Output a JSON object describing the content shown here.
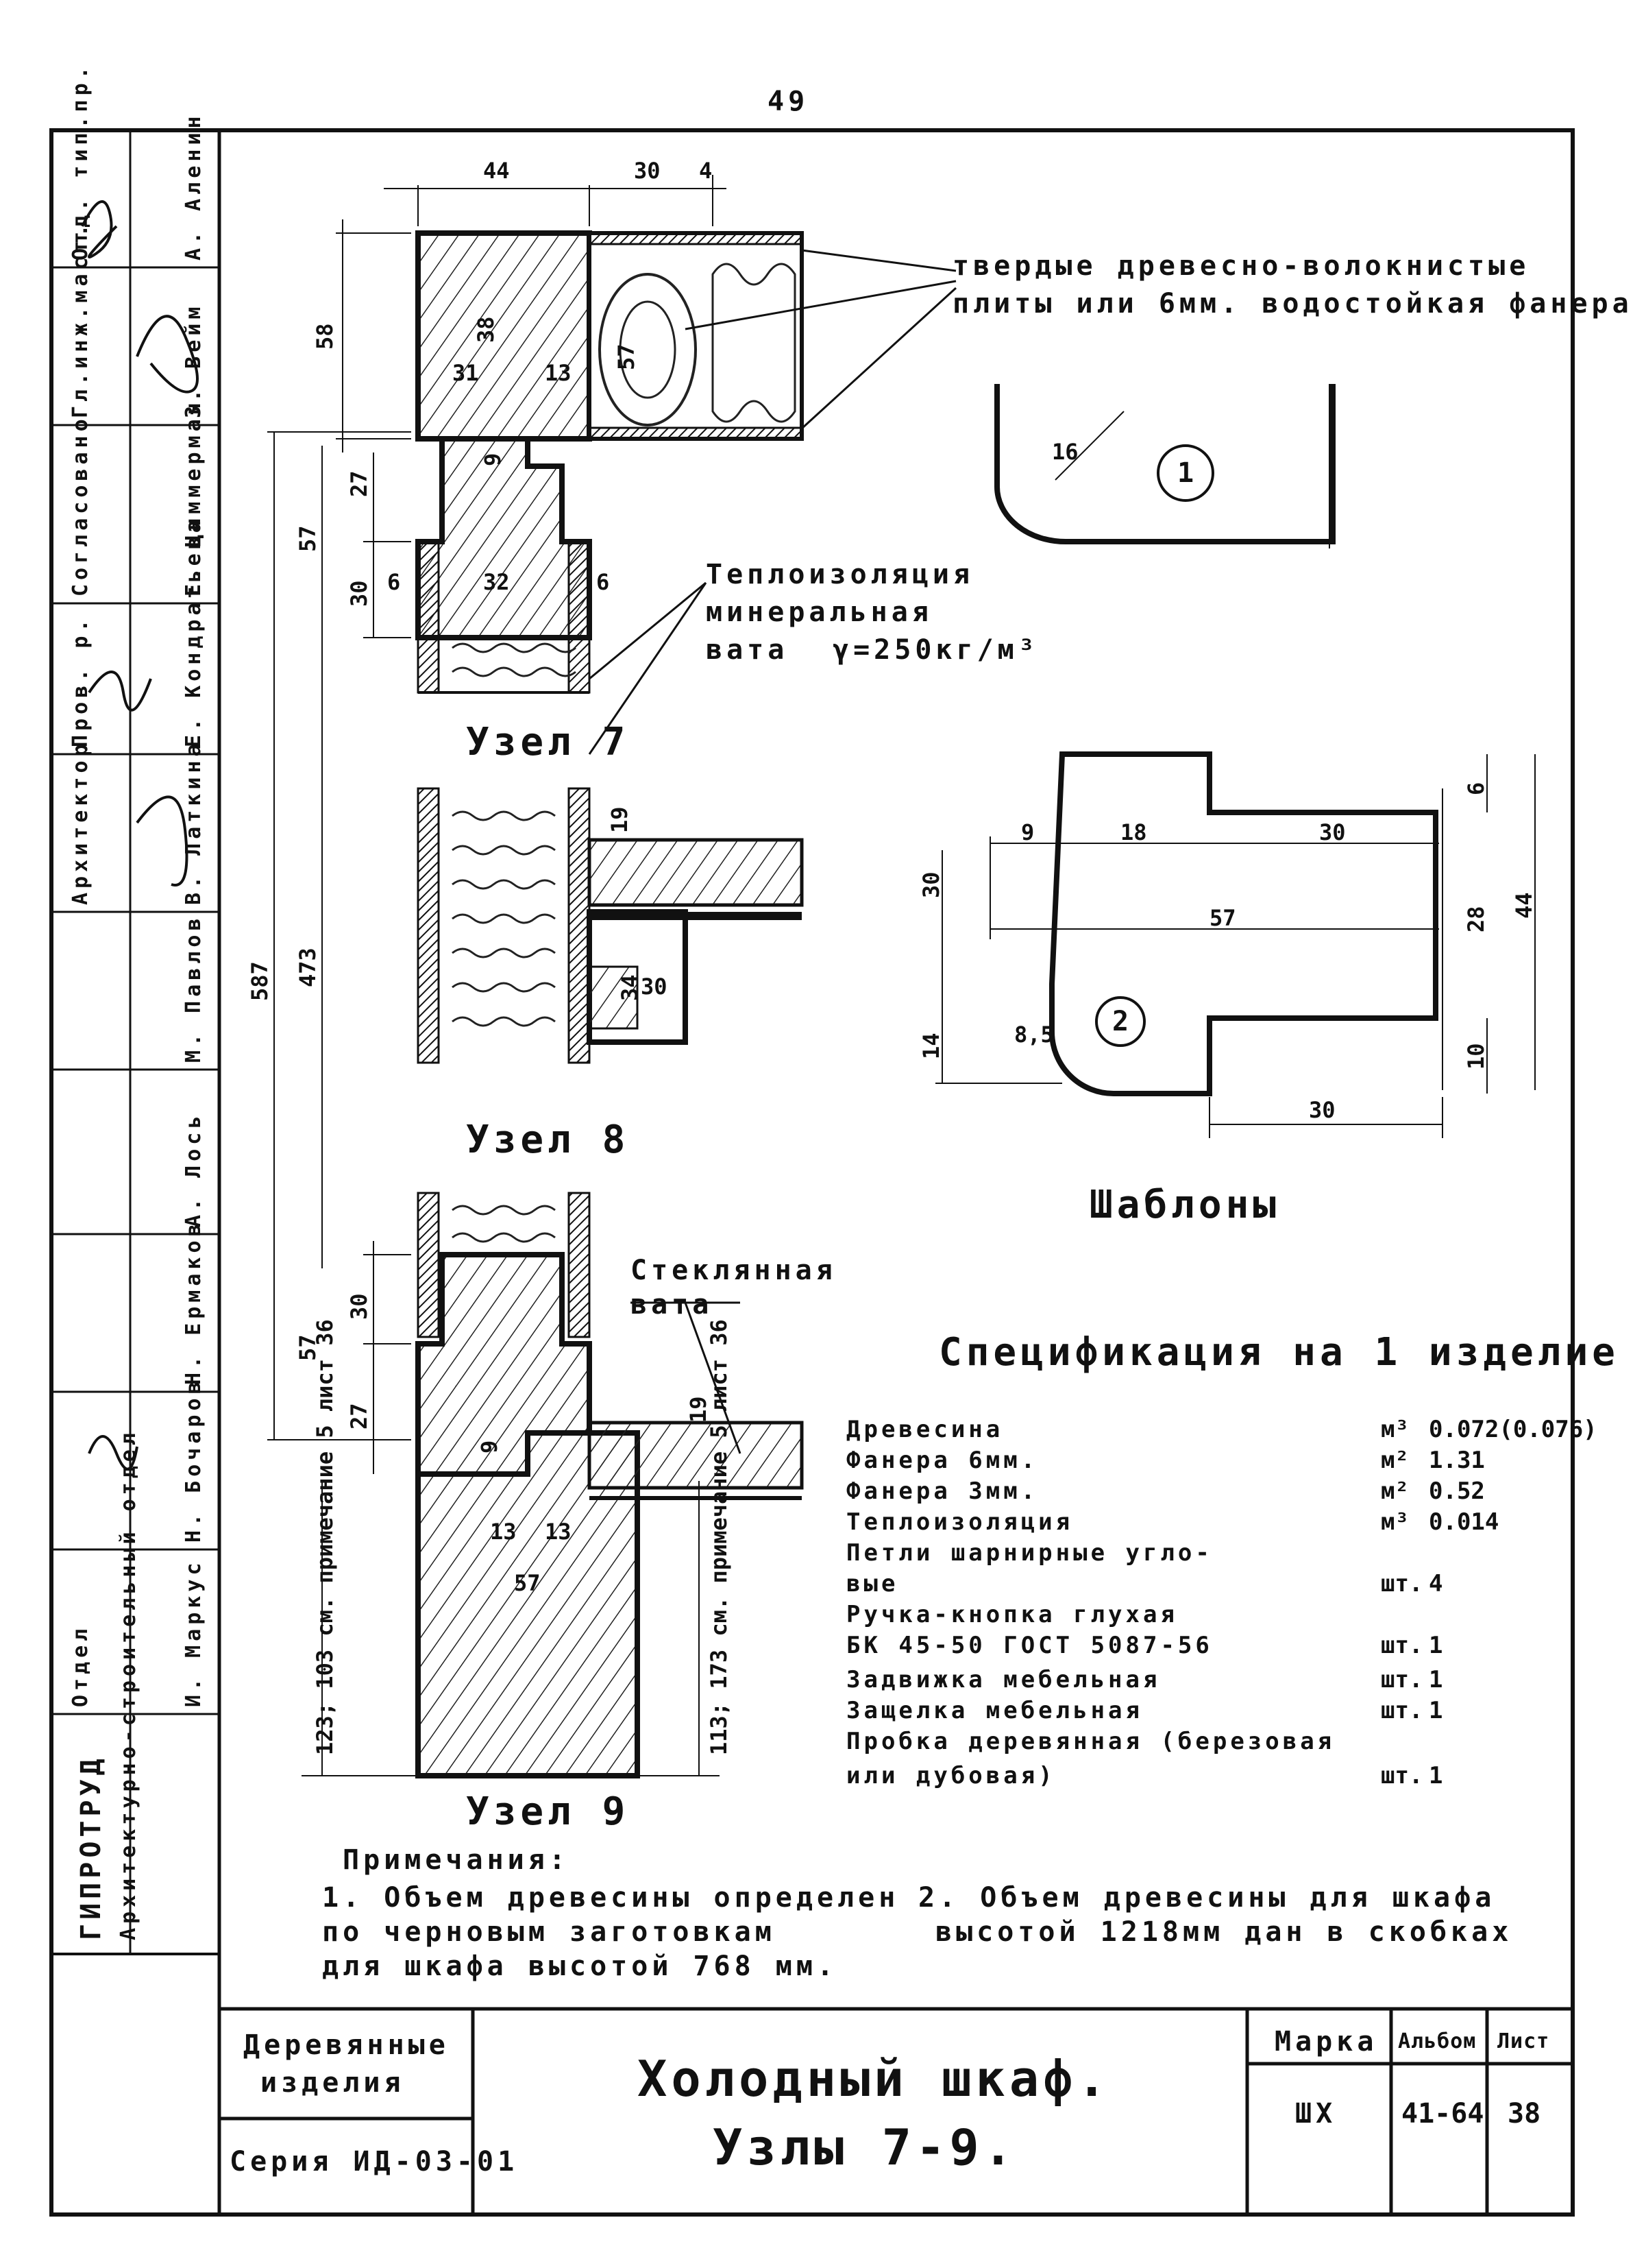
{
  "page_number": "49",
  "detail_labels": {
    "node7": "Узел 7",
    "node8": "Узел 8",
    "node9": "Узел 9"
  },
  "callouts": {
    "hardboard_line1": "твердые древесно-волокнистые",
    "hardboard_line2": "плиты или 6мм. водостойкая фанера",
    "insulation_line1": "Теплоизоляция",
    "insulation_line2": "минеральная",
    "insulation_line3": "вата",
    "insulation_density": "γ=250кг/м³",
    "glass_line1": "Стеклянная",
    "glass_line2": "вата"
  },
  "templates": {
    "title": "Шаблоны",
    "mark1": "1",
    "mark2": "2",
    "r1": "16",
    "r2": "8,5"
  },
  "dims": {
    "n7_top_left": "44",
    "n7_top_right": "30",
    "n7_top_extra": "4",
    "n7_58": "58",
    "n7_27": "27",
    "n7_30": "30",
    "n7_57": "57",
    "n7_38": "38",
    "n7_31": "31",
    "n7_13": "13",
    "n7_57b": "57",
    "n7_9": "9",
    "n7_6a": "6",
    "n7_6b": "6",
    "n7_32": "32",
    "n8_19": "19",
    "n8_34": "34",
    "n8_30": "30",
    "total_587": "587",
    "total_473": "473",
    "n9_30": "30",
    "n9_57": "57",
    "n9_27": "27",
    "n9_9": "9",
    "n9_19": "19",
    "n9_13a": "13",
    "n9_13b": "13",
    "n9_57b": "57",
    "n9_left_note": "123; 103  см. примечание 5 лист 36",
    "n9_right_note": "113; 173  см. примечание 5 лист 36",
    "t2_9": "9",
    "t2_18": "18",
    "t2_30a": "30",
    "t2_57": "57",
    "t2_30b": "30",
    "t2_14": "14",
    "t2_30c": "30",
    "t2_6": "6",
    "t2_28": "28",
    "t2_10": "10",
    "t2_44": "44"
  },
  "spec": {
    "title": "Спецификация на 1 изделие",
    "rows": [
      {
        "name": "Древесина",
        "unit": "м³",
        "qty": "0.072(0.076)"
      },
      {
        "name": "Фанера 6мм.",
        "unit": "м²",
        "qty": "1.31"
      },
      {
        "name": "Фанера 3мм.",
        "unit": "м²",
        "qty": "0.52"
      },
      {
        "name": "Теплоизоляция",
        "unit": "м³",
        "qty": "0.014"
      },
      {
        "name": "Петли шарнирные угло-",
        "unit": "",
        "qty": ""
      },
      {
        "name": "вые",
        "unit": "шт.",
        "qty": "4"
      },
      {
        "name": "Ручка-кнопка глухая",
        "unit": "",
        "qty": ""
      },
      {
        "name": "   БК 45-50  ГОСТ 5087-56",
        "unit": "шт.",
        "qty": "1"
      },
      {
        "name": "Задвижка мебельная",
        "unit": "шт.",
        "qty": "1"
      },
      {
        "name": "Защелка мебельная",
        "unit": "шт.",
        "qty": "1"
      },
      {
        "name": "Пробка деревянная (березовая",
        "unit": "",
        "qty": ""
      },
      {
        "name": "   или дубовая)",
        "unit": "шт.",
        "qty": "1"
      }
    ]
  },
  "notes": {
    "heading": "Примечания:",
    "note1_l1": "1. Объем древесины определен",
    "note1_l2": "по черновым заготовкам",
    "note1_l3": "для шкафа высотой 768 мм.",
    "note2_l1": "2. Объем древесины для шкафа",
    "note2_l2": "высотой 1218мм дан в скобках"
  },
  "stamp": {
    "product_type_l1": "Деревянные",
    "product_type_l2": "изделия",
    "series": "Серия ИД-03-01",
    "title_l1": "Холодный шкаф.",
    "title_l2": "Узлы 7-9.",
    "mark_label": "Марка",
    "mark_value": "ШХ",
    "album_label": "Альбом",
    "album_value": "41-64",
    "sheet_label": "Лист",
    "sheet_value": "38"
  },
  "left_strip": {
    "c1": "Гл.инж.маст.",
    "c2": "Отд. тип.пр.",
    "c3": "Согласовано",
    "c4": "Пров. р.",
    "c5": "Архитектор",
    "c6": "Отдел",
    "org": "Архитектурно-строительный отдел",
    "org2": "ГИПРОТРУД",
    "n1": "А. Аленин",
    "n2": "З. Вейм",
    "n3": "Е. Циммерман",
    "n4": "Е. Кондратьева",
    "n5": "В. Латкина",
    "n6": "М. Павлов",
    "n7": "А. Лось",
    "n8": "Н. Ермаков",
    "n9": "Н. Бочаров",
    "n10": "И. Маркус"
  }
}
